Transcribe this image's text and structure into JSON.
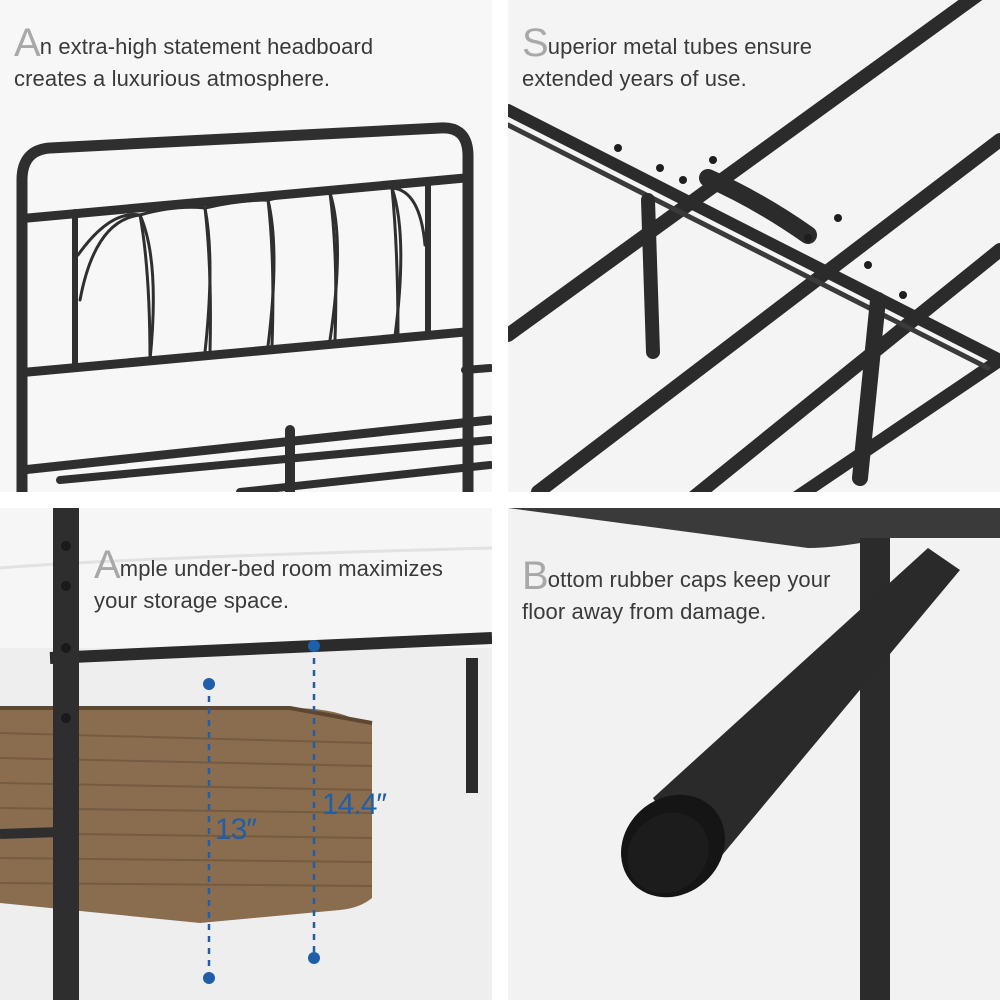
{
  "panels": [
    {
      "initial": "A",
      "line1": "n extra-high statement headboard",
      "line2": "creates a luxurious atmosphere."
    },
    {
      "initial": "S",
      "line1": "uperior metal tubes ensure",
      "line2": "extended years of use."
    },
    {
      "initial": "A",
      "line1": "mple under-bed room maximizes",
      "line2": "your storage space.",
      "dim_short": "13″",
      "dim_tall": "14.4″"
    },
    {
      "initial": "B",
      "line1": "ottom rubber caps keep your",
      "line2": "floor away from damage."
    }
  ],
  "colors": {
    "frame_metal": "#2e2e2e",
    "caption_text": "#3a3a3a",
    "initial_letter": "#a8a8a8",
    "dimension_blue": "#1f5ea8",
    "wicker": "#8a6d4f"
  }
}
